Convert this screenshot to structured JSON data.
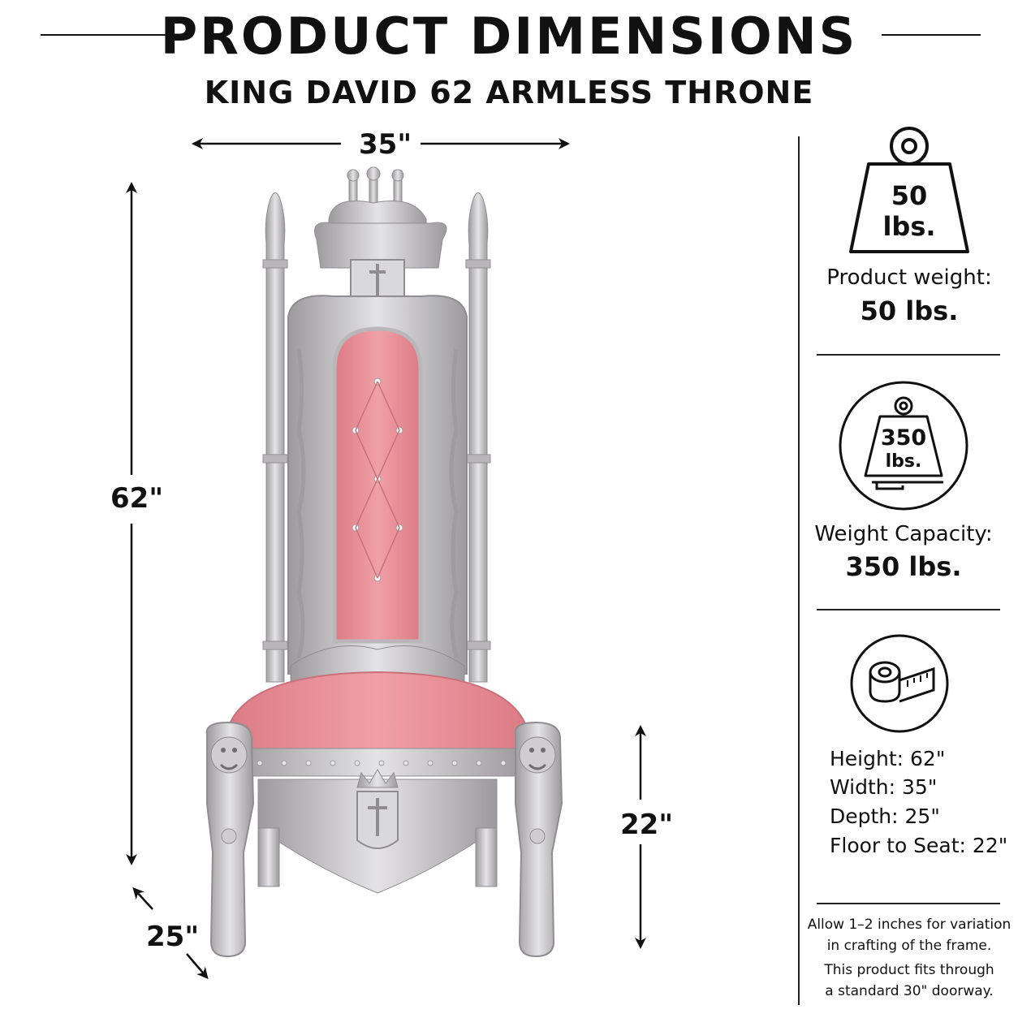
{
  "header": {
    "title": "PRODUCT DIMENSIONS",
    "subtitle": "KING DAVID 62 ARMLESS THRONE"
  },
  "dimensions": {
    "width_label": "35\"",
    "height_label": "62\"",
    "depth_label": "25\"",
    "seat_label": "22\""
  },
  "weight_panel": {
    "icon_text_1": "50",
    "icon_text_2": "lbs.",
    "label": "Product weight:",
    "value": "50 lbs."
  },
  "capacity_panel": {
    "icon_text_1": "350",
    "icon_text_2": "lbs.",
    "label": "Weight Capacity:",
    "value": "350 lbs."
  },
  "measure_panel": {
    "specs": [
      "Height: 62\"",
      "Width: 35\"",
      "Depth: 25\"",
      "Floor to Seat: 22\""
    ]
  },
  "notes": {
    "line1": "Allow 1–2 inches for variation",
    "line2": "in crafting of the frame.",
    "line3": "This product fits through",
    "line4": "a standard 30\" doorway."
  },
  "colors": {
    "silver": "#c9c7c9",
    "silver_dark": "#8f8d90",
    "pink": "#e98f97",
    "pink_dark": "#d2737d",
    "ink": "#111111"
  }
}
